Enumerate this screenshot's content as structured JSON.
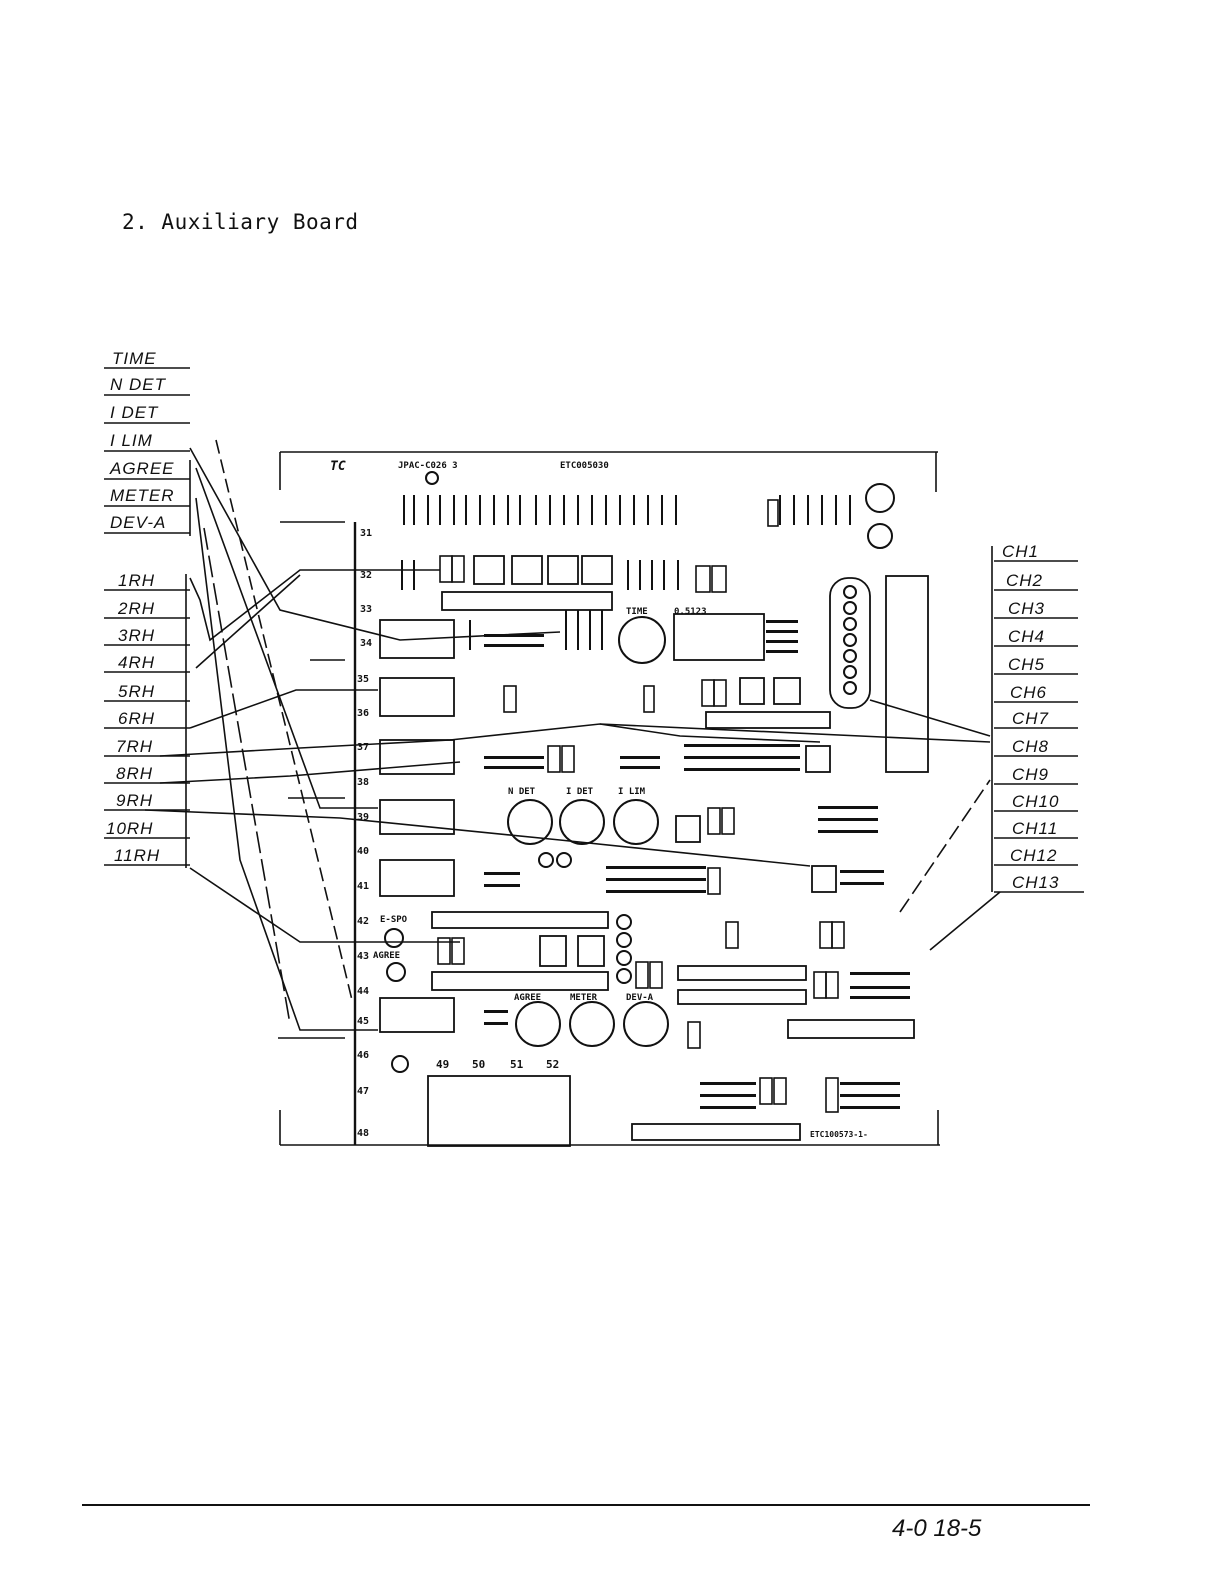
{
  "section_heading": "2.  Auxiliary Board",
  "board": {
    "type_label": "JPAC-C026 3",
    "code_label": "ETC005030",
    "logo": "TC",
    "time_label": "TIME",
    "relay_label": "0.5123",
    "pot_labels": [
      "N DET",
      "I DET",
      "I LIM"
    ],
    "meter_labels": [
      "AGREE",
      "METER",
      "DEV-A"
    ],
    "terminal_labels": [
      "31",
      "32",
      "33",
      "34",
      "35",
      "36",
      "37",
      "38",
      "39",
      "40",
      "41",
      "42",
      "43",
      "44",
      "45",
      "46",
      "47",
      "48"
    ],
    "side_labels": {
      "t42": "E-SPO",
      "t43": "AGREE"
    },
    "connector_pins": [
      "49",
      "50",
      "51",
      "52"
    ],
    "serial": "ETC100573-1-"
  },
  "left_labels_top": [
    "TIME",
    "N DET",
    "I DET",
    "I LIM",
    "AGREE",
    "METER",
    "DEV-A"
  ],
  "left_labels_relay": [
    "1RH",
    "2RH",
    "3RH",
    "4RH",
    "5RH",
    "6RH",
    "7RH",
    "8RH",
    "9RH",
    "10RH",
    "11RH"
  ],
  "right_labels": [
    "CH1",
    "CH2",
    "CH3",
    "CH4",
    "CH5",
    "CH6",
    "CH7",
    "CH8",
    "CH9",
    "CH10",
    "CH11",
    "CH12",
    "CH13"
  ],
  "footer": {
    "page": "4-0 18-5"
  }
}
